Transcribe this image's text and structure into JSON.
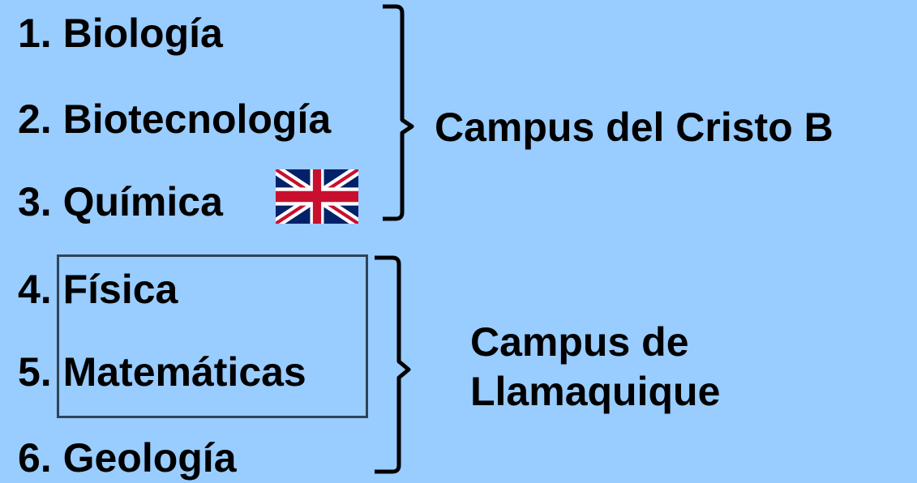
{
  "group_1": {
    "items": [
      "1. Biología",
      "2. Biotecnología",
      "3. Química"
    ],
    "campus_label": "Campus del Cristo B",
    "flag_icon": "uk-flag-icon"
  },
  "group_2": {
    "items": [
      "4. Física",
      "5. Matemáticas",
      "6. Geología"
    ],
    "campus_label_line1": "Campus de",
    "campus_label_line2": "Llamaquique"
  },
  "colors": {
    "background": "#99ccff",
    "box_border": "#2f4358",
    "text": "#000000"
  }
}
